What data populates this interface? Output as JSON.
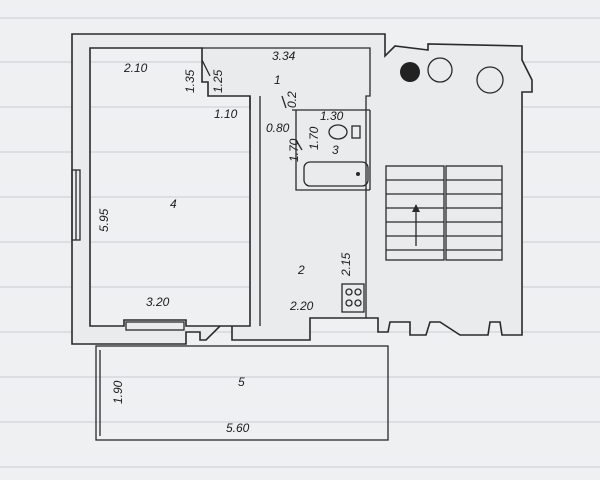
{
  "dimensions": {
    "room4_width": "2.10",
    "room4_length": "5.95",
    "room4_bottom": "3.20",
    "door_135": "1.35",
    "door_125": "1.25",
    "hall_width": "3.34",
    "hall_part": "1.10",
    "small_02": "0.2",
    "small_080": "0.80",
    "bath_width": "1.30",
    "bath_len_a": "1.70",
    "bath_len_b": "1.70",
    "kitchen_height": "2.15",
    "kitchen_width": "2.20",
    "balcony_height": "1.90",
    "balcony_width": "5.60"
  },
  "rooms": {
    "r1": "1",
    "r2": "2",
    "r3": "3",
    "r4": "4",
    "r5": "5"
  }
}
